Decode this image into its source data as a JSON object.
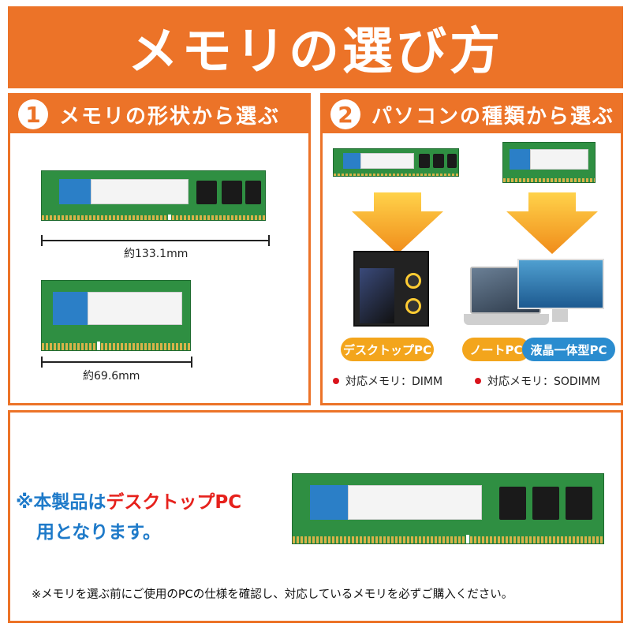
{
  "banner": {
    "title": "メモリの選び方"
  },
  "panel_left": {
    "number": "1",
    "title": "メモリの形状から選ぶ",
    "dimm_label": "約133.1mm",
    "sodimm_label": "約69.6mm"
  },
  "panel_right": {
    "number": "2",
    "title": "パソコンの種類から選ぶ",
    "desktop_pill": "デスクトップPC",
    "notebook_pill": "ノートPC",
    "aio_pill": "液晶一体型PC",
    "desktop_memory": "対応メモリ：DIMM",
    "notebook_memory": "対応メモリ：SODIMM"
  },
  "notice": {
    "part1": "※本製品は",
    "part2": "デスクトップPC",
    "part3": "用となります。",
    "footer": "※メモリを選ぶ前にご使用のPCの仕様を確認し、対応しているメモリを必ずご購入ください。"
  },
  "colors": {
    "accent": "#ec7328",
    "blue": "#1e7ac9",
    "red": "#e6211c",
    "ram_green": "#2f8f42"
  }
}
